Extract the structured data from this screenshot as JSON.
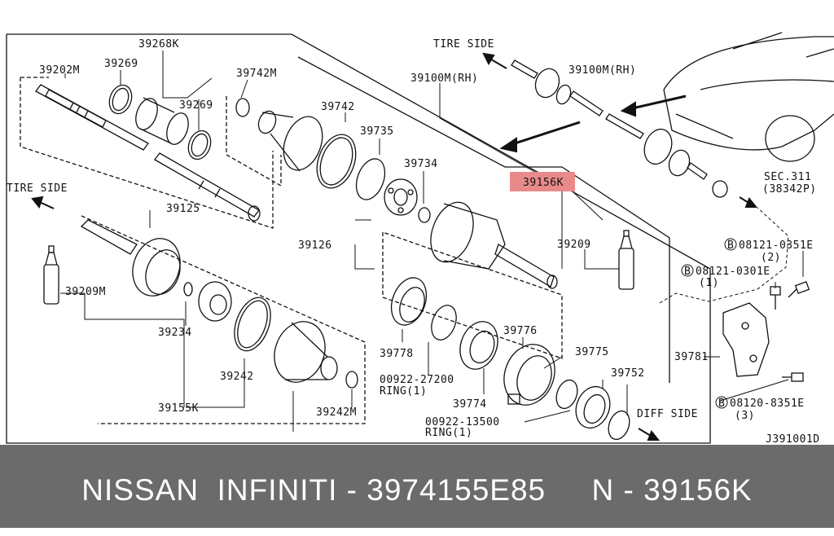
{
  "labels": {
    "p39268K": "39268K",
    "p39202M": "39202M",
    "p39269a": "39269",
    "p39269b": "39269",
    "p39742M": "39742M",
    "p39742": "39742",
    "p39735": "39735",
    "p39100M_RH_a": "39100M(RH)",
    "p39100M_RH_b": "39100M(RH)",
    "tire_side_a": "TIRE SIDE",
    "tire_side_b": "TIRE SIDE",
    "p39734": "39734",
    "p39156K": "39156K",
    "sec311": "SEC.311",
    "p38342P": "(38342P)",
    "p39125": "39125",
    "p39126": "39126",
    "p39209": "39209",
    "p39209M": "39209M",
    "bolt_0351E": "08121-0351E",
    "bolt_0351E_qty": "(2)",
    "bolt_0301E": "08121-0301E",
    "bolt_0301E_qty": "(1)",
    "bolt_8351E": "08120-8351E",
    "bolt_8351E_qty": "(3)",
    "bolt_prefix": "B",
    "p39234": "39234",
    "p39242": "39242",
    "p39778": "39778",
    "ring_27200": "00922-27200",
    "ring_27200_qty": "RING(1)",
    "p39776": "39776",
    "p39775": "39775",
    "p39781": "39781",
    "p39752": "39752",
    "p39774": "39774",
    "ring_13500": "00922-13500",
    "ring_13500_qty": "RING(1)",
    "diff_side": "DIFF SIDE",
    "p39155K": "39155K",
    "p39242M": "39242M",
    "diagram_code": "J391001D"
  },
  "highlight": {
    "part": "39156K",
    "color": "#e88a8a"
  },
  "footer": {
    "text": "NISSAN  INFINITI - 3974155E85     N - 39156K"
  }
}
